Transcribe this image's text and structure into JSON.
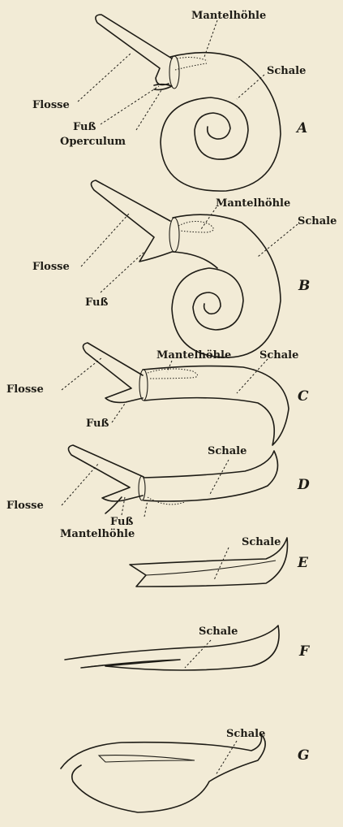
{
  "panels": [
    {
      "letter": "A",
      "labels": {
        "mantle_cavity": "Mantelhöhle",
        "shell": "Schale",
        "fin": "Flosse",
        "foot": "Fuß",
        "operculum": "Operculum"
      }
    },
    {
      "letter": "B",
      "labels": {
        "mantle_cavity": "Mantelhöhle",
        "shell": "Schale",
        "fin": "Flosse",
        "foot": "Fuß"
      }
    },
    {
      "letter": "C",
      "labels": {
        "mantle_cavity": "Mantelhöhle",
        "shell": "Schale",
        "fin": "Flosse",
        "foot": "Fuß"
      }
    },
    {
      "letter": "D",
      "labels": {
        "shell": "Schale",
        "fin": "Flosse",
        "foot": "Fuß",
        "mantle_cavity": "Mantelhöhle"
      }
    },
    {
      "letter": "E",
      "labels": {
        "shell": "Schale"
      }
    },
    {
      "letter": "F",
      "labels": {
        "shell": "Schale"
      }
    },
    {
      "letter": "G",
      "labels": {
        "shell": "Schale"
      }
    }
  ]
}
